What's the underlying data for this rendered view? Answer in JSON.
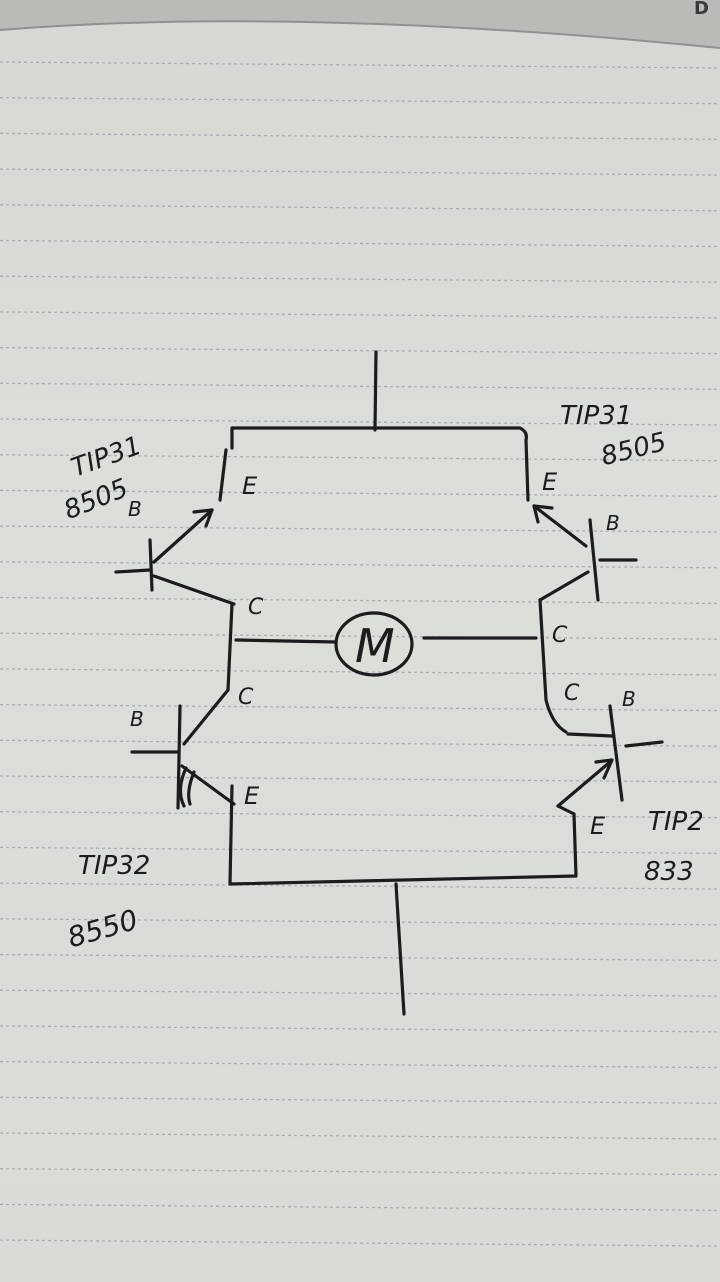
{
  "corner_text": "D",
  "motor_label": "M",
  "transistors": {
    "top_left": {
      "part": "TIP31",
      "code": "8505",
      "base": "B",
      "emitter": "E",
      "collector": "C"
    },
    "top_right": {
      "part": "TIP31",
      "code": "8505",
      "base": "B",
      "emitter": "E",
      "collector": "C"
    },
    "bottom_left": {
      "part": "TIP32",
      "code": "8550",
      "base": "B",
      "emitter": "E",
      "collector": "C"
    },
    "bottom_right": {
      "part": "TIP2",
      "code": "833",
      "base": "B",
      "emitter": "E",
      "collector": "C"
    }
  },
  "colors": {
    "ink": "#1c1c1c",
    "paper": "#dcded9",
    "ruled_line": "#a8aeb2"
  }
}
